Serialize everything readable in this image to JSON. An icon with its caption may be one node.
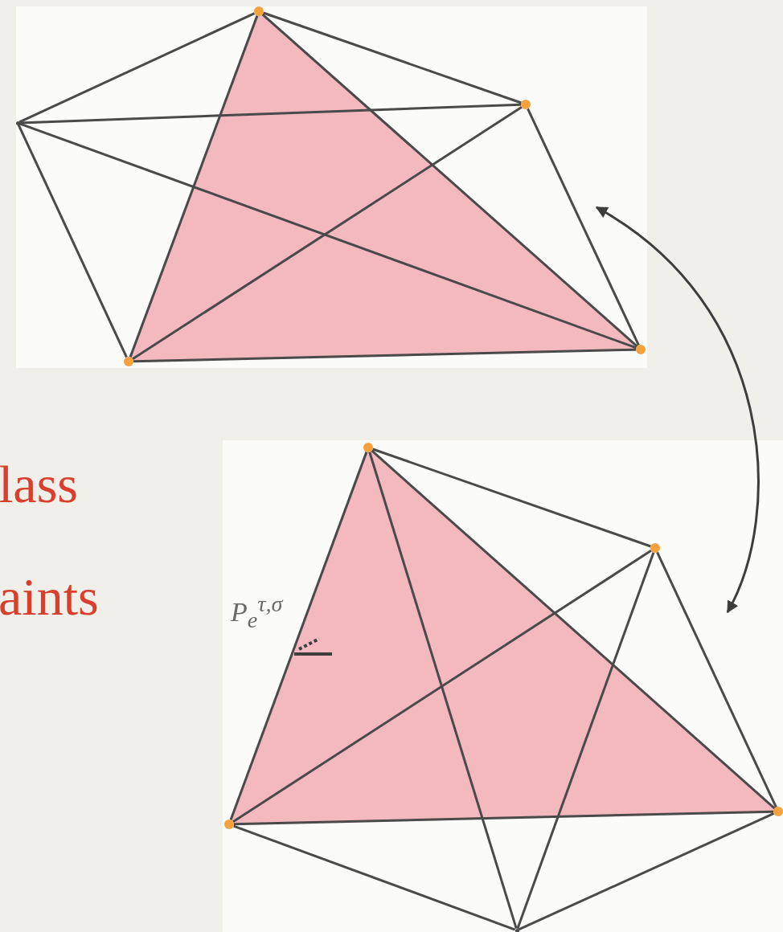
{
  "diagram": {
    "nodes": [
      {
        "text": [],
        "shape": "box"
      },
      {
        "text": [],
        "shape": "circle",
        "in": 0
      },
      {
        "text": [],
        "shape": "point",
        "in": 0
      },
      {
        "text": [],
        "shape": "circle",
        "in": 0
      },
      {
        "text": [],
        "shape": "circle",
        "in": 0
      },
      {
        "text": [],
        "shape": "circle",
        "in": 0
      },
      {
        "text": [],
        "shape": "box"
      },
      {
        "text": [],
        "shape": "circle",
        "in": 6
      },
      {
        "text": [],
        "shape": "circle",
        "in": 6
      },
      {
        "text": [],
        "shape": "circle",
        "in": 6
      },
      {
        "text": [],
        "shape": "circle",
        "in": 6
      },
      {
        "text": [],
        "shape": "point",
        "in": 6
      }
    ],
    "edges": [
      {
        "from": 1,
        "to": 2,
        "arrow": "none"
      },
      {
        "from": 1,
        "to": 3,
        "arrow": "none"
      },
      {
        "from": 2,
        "to": 3,
        "arrow": "none"
      },
      {
        "from": 2,
        "to": 4,
        "arrow": "none"
      },
      {
        "from": 2,
        "to": 5,
        "arrow": "none"
      },
      {
        "from": 1,
        "to": 4,
        "arrow": "none"
      },
      {
        "from": 1,
        "to": 5,
        "arrow": "none"
      },
      {
        "from": 3,
        "to": 4,
        "arrow": "none"
      },
      {
        "from": 3,
        "to": 5,
        "arrow": "none"
      },
      {
        "from": 4,
        "to": 5,
        "arrow": "none"
      },
      {
        "from": 7,
        "to": 8,
        "arrow": "none"
      },
      {
        "from": 7,
        "to": 9,
        "arrow": "none"
      },
      {
        "from": 7,
        "to": 10,
        "arrow": "none"
      },
      {
        "from": 7,
        "to": 11,
        "arrow": "none"
      },
      {
        "from": 8,
        "to": 9,
        "arrow": "none"
      },
      {
        "from": 8,
        "to": 10,
        "arrow": "none"
      },
      {
        "from": 8,
        "to": 11,
        "arrow": "none"
      },
      {
        "from": 9,
        "to": 10,
        "arrow": "none"
      },
      {
        "from": 9,
        "to": 11,
        "arrow": "none"
      },
      {
        "from": 10,
        "to": 11,
        "arrow": "none"
      },
      {
        "from": 0,
        "to": 6,
        "arrow": "both"
      }
    ],
    "labels": [
      "lass",
      "aints",
      "P$_{e}$$^{τ,σ}$"
    ]
  }
}
